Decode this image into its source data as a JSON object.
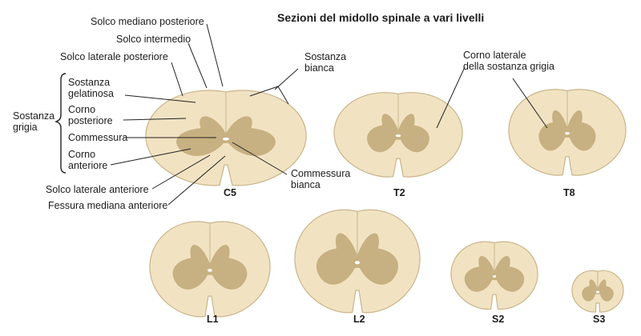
{
  "title": "Sezioni del midollo spinale a vari livelli",
  "labels": {
    "solco_mediano_posteriore": "Solco mediano posteriore",
    "solco_intermedio": "Solco intermedio",
    "solco_laterale_posteriore": "Solco laterale posteriore",
    "sostanza_gelatinosa_1": "Sostanza",
    "sostanza_gelatinosa_2": "gelatinosa",
    "corno_posteriore_1": "Corno",
    "corno_posteriore_2": "posteriore",
    "commessura": "Commessura",
    "corno_anteriore_1": "Corno",
    "corno_anteriore_2": "anteriore",
    "sostanza_grigia_1": "Sostanza",
    "sostanza_grigia_2": "grigia",
    "solco_laterale_anteriore": "Solco laterale anteriore",
    "fessura_mediana_anteriore": "Fessura mediana anteriore",
    "sostanza_bianca_1": "Sostanza",
    "sostanza_bianca_2": "bianca",
    "commessura_bianca_1": "Commessura",
    "commessura_bianca_2": "bianca",
    "corno_laterale_1": "Corno laterale",
    "corno_laterale_2": "della sostanza grigia"
  },
  "sections": [
    "C5",
    "T2",
    "T8",
    "L1",
    "L2",
    "S2",
    "S3"
  ],
  "colors": {
    "white_matter": "#f1e3c2",
    "white_matter_edge": "#c9b48a",
    "gray_matter": "#c2aa7a",
    "line": "#222222"
  }
}
